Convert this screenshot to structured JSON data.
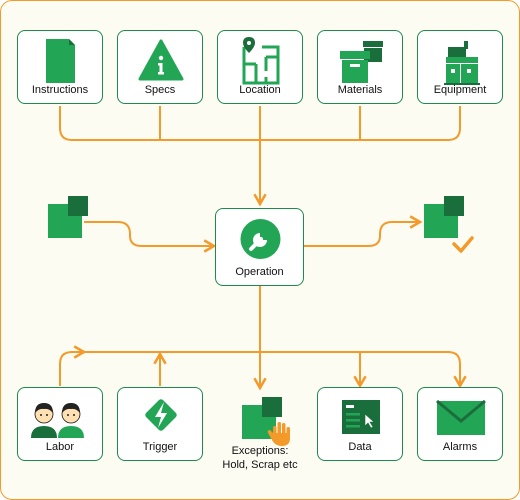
{
  "inputs": [
    {
      "label": "Instructions",
      "icon": "document-icon"
    },
    {
      "label": "Specs",
      "icon": "info-triangle-icon"
    },
    {
      "label": "Location",
      "icon": "floorplan-pin-icon"
    },
    {
      "label": "Materials",
      "icon": "boxes-icon"
    },
    {
      "label": "Equipment",
      "icon": "machine-icon"
    }
  ],
  "center": {
    "label": "Operation",
    "icon": "wrench-icon"
  },
  "bottom": [
    {
      "label": "Labor",
      "icon": "people-icon"
    },
    {
      "label": "Trigger",
      "icon": "lightning-icon"
    },
    {
      "label": "Data",
      "icon": "dashboard-icon"
    },
    {
      "label": "Alarms",
      "icon": "envelope-icon"
    }
  ],
  "exceptions": {
    "line1": "Exceptions:",
    "line2": "Hold, Scrap etc",
    "icon": "hand-stop-icon"
  },
  "colors": {
    "green": "#22a656",
    "dark_green": "#1a6e3c",
    "orange": "#f39a2b",
    "border_green": "#1e8a4c"
  }
}
